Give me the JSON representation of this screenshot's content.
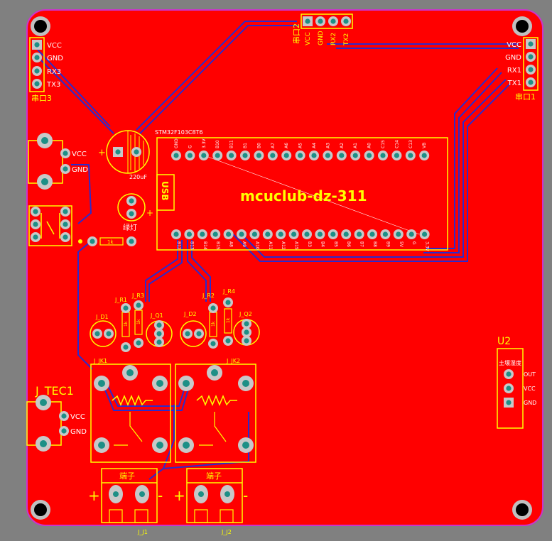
{
  "board": {
    "title": "mcuclub-dz-311",
    "mcu_label": "STM32F103C8T6",
    "usb_label": "USB",
    "cap_label": "220uF",
    "lamp_label": "绿灯",
    "u2": {
      "ref": "U2",
      "title": "土壤湿度",
      "pins": [
        "OUT",
        "VCC",
        "GND"
      ]
    }
  },
  "serial": {
    "uart1": {
      "name": "串口1",
      "pins": [
        "VCC",
        "GND",
        "RX1",
        "TX1"
      ]
    },
    "uart2": {
      "name": "串口2",
      "pins": [
        "VCC",
        "GND",
        "RX2",
        "TX2"
      ]
    },
    "uart3": {
      "name": "串口3",
      "pins": [
        "VCC",
        "GND",
        "RX3",
        "TX3"
      ]
    }
  },
  "power": {
    "pins": [
      "VCC",
      "GND"
    ]
  },
  "tec": {
    "ref": "J_TEC1",
    "pins": [
      "VCC",
      "GND"
    ]
  },
  "mcu_top_pins": [
    "GND",
    "G",
    "3.3V",
    "B10",
    "B11",
    "B1",
    "B0",
    "A7",
    "A6",
    "A5",
    "A4",
    "A3",
    "A2",
    "A1",
    "A0",
    "C15",
    "C14",
    "C13",
    "VB"
  ],
  "mcu_bottom_pins": [
    "B12",
    "B13",
    "B14",
    "B15",
    "A8",
    "A9",
    "A10",
    "A11",
    "A12",
    "A15",
    "B3",
    "B4",
    "B5",
    "B6",
    "B7",
    "B8",
    "B9",
    "5V",
    "G",
    "3.3V"
  ],
  "resistors": {
    "r_led": "1k",
    "r_values": [
      "1k",
      "1k",
      "1k",
      "1k"
    ]
  },
  "relay_section": {
    "refs": {
      "d1": "J_D1",
      "d2": "J_D2",
      "r1": "J_R1",
      "r2": "J_R2",
      "r3": "J_R3",
      "r4": "J_R4",
      "q1": "J_Q1",
      "q2": "J_Q2",
      "jk1": "J_JK1",
      "jk2": "J_JK2"
    }
  },
  "terminals": {
    "t1": {
      "label": "端子",
      "ref": "J_J1"
    },
    "t2": {
      "label": "端子",
      "ref": "J_J2"
    },
    "plus": "+",
    "minus": "-"
  },
  "colors": {
    "background": "#808080",
    "board": "#ff0000",
    "silkscreen": "#ffff00",
    "trace": "#2b2bcc",
    "outline": "#cc33cc"
  }
}
